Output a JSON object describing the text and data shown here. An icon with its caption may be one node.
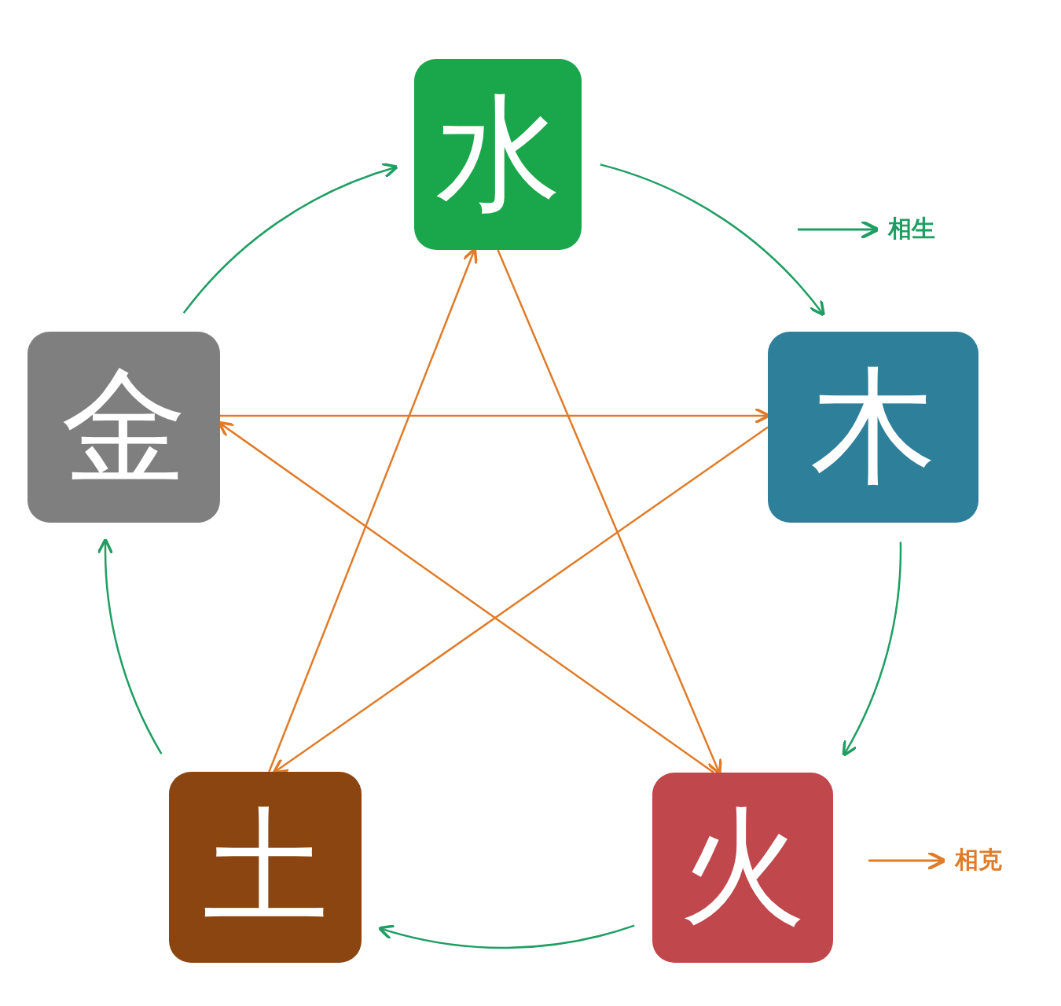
{
  "diagram": {
    "nodes": [
      {
        "text": [
          "水"
        ]
      },
      {
        "text": [
          "木"
        ]
      },
      {
        "text": [
          "火"
        ]
      },
      {
        "text": [
          "土"
        ]
      },
      {
        "text": [
          "金"
        ]
      }
    ],
    "edges": [
      {
        "from": 4,
        "to": 0,
        "arrow": "to",
        "color": "#1f9e63"
      },
      {
        "from": 0,
        "to": 1,
        "arrow": "to",
        "color": "#1f9e63"
      },
      {
        "from": 1,
        "to": 2,
        "arrow": "to",
        "color": "#1f9e63"
      },
      {
        "from": 2,
        "to": 3,
        "arrow": "to",
        "color": "#1f9e63"
      },
      {
        "from": 3,
        "to": 4,
        "arrow": "to",
        "color": "#1f9e63"
      },
      {
        "from": 0,
        "to": 2,
        "arrow": "to",
        "color": "#e07b28"
      },
      {
        "from": 2,
        "to": 4,
        "arrow": "to",
        "color": "#e07b28"
      },
      {
        "from": 4,
        "to": 1,
        "arrow": "to",
        "color": "#e07b28"
      },
      {
        "from": 1,
        "to": 3,
        "arrow": "to",
        "color": "#e07b28"
      },
      {
        "from": 3,
        "to": 0,
        "arrow": "to",
        "color": "#e07b28"
      }
    ],
    "legend": [
      {
        "text": "相生"
      },
      {
        "text": "相克"
      }
    ]
  }
}
